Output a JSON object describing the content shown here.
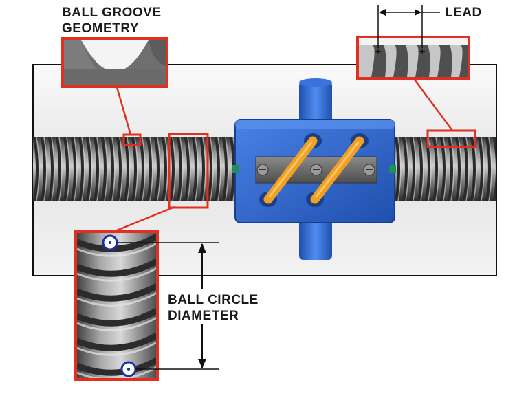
{
  "labels": {
    "ball_groove_line1": "BALL GROOVE",
    "ball_groove_line2": "GEOMETRY",
    "lead": "LEAD",
    "ball_circle_line1": "BALL CIRCLE",
    "ball_circle_line2": "DIAMETER"
  },
  "colors": {
    "callout_red": "#e1301f",
    "nut_blue": "#2a63c9",
    "recirculation_orange": "#f2a024",
    "screw_gray": "#6b6b6b",
    "ball_marker_blue": "#1d2fa8"
  }
}
